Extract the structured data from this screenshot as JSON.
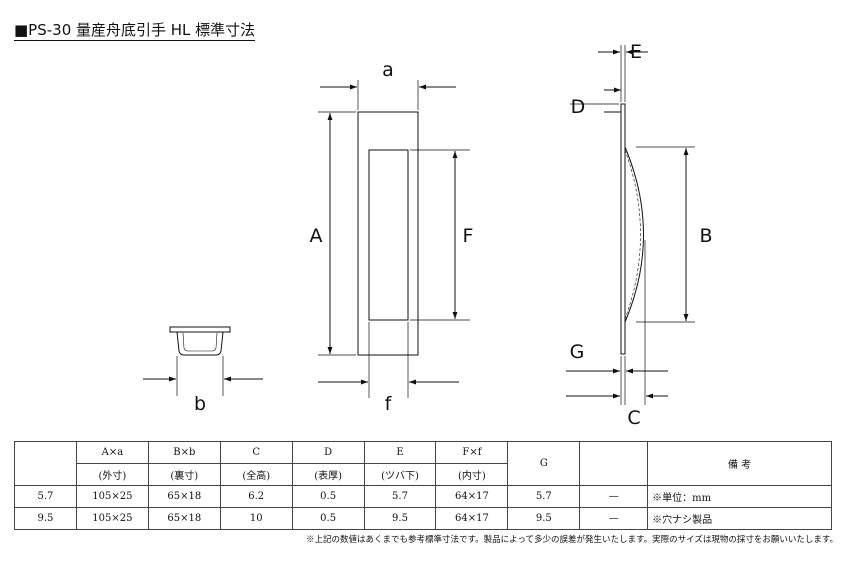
{
  "title": "■PS-30 量産舟底引手 HL 標準寸法",
  "labels": {
    "a": "a",
    "A": "A",
    "F": "F",
    "f": "f",
    "b": "b",
    "E": "E",
    "D": "D",
    "B": "B",
    "G": "G",
    "C": "C"
  },
  "table": {
    "headers_top": [
      "",
      "A×a",
      "B×b",
      "C",
      "D",
      "E",
      "F×f",
      "G",
      "",
      "備 考"
    ],
    "headers_bottom": [
      "",
      "(外寸)",
      "(裏寸)",
      "(全高)",
      "(表厚)",
      "(ツバ下)",
      "(内寸)"
    ],
    "rows": [
      [
        "5.7",
        "105×25",
        "65×18",
        "6.2",
        "0.5",
        "5.7",
        "64×17",
        "5.7",
        "—",
        "※単位：mm"
      ],
      [
        "9.5",
        "105×25",
        "65×18",
        "10",
        "0.5",
        "9.5",
        "64×17",
        "9.5",
        "—",
        "※穴ナシ製品"
      ]
    ]
  },
  "note": "※上記の数値はあくまでも参考標準寸法です。製品によって多少の誤差が発生いたします。実際のサイズは現物の採寸をお願いいたします。"
}
